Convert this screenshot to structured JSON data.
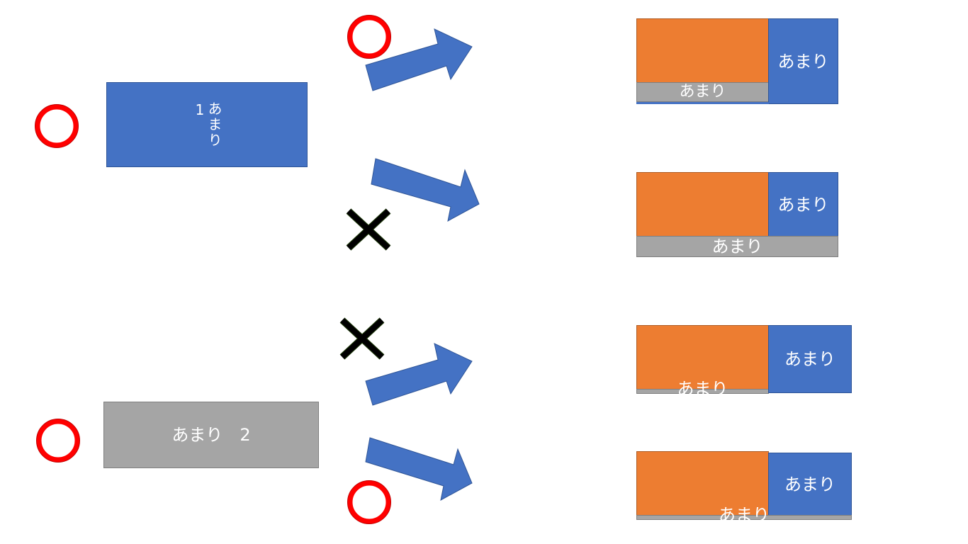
{
  "left": {
    "remainder_1": {
      "line1": "あまり",
      "line2": "1"
    },
    "remainder_2": {
      "label": "あまり　2"
    }
  },
  "results": [
    {
      "blue_label": "あまり",
      "gray_label": "あまり"
    },
    {
      "blue_label": "あまり",
      "gray_label": "あまり"
    },
    {
      "blue_label": "あまり",
      "gray_label": "あまり"
    },
    {
      "blue_label": "あまり",
      "gray_label": "あまり"
    }
  ],
  "colors": {
    "blue": "#4472c4",
    "orange": "#ed7d31",
    "gray": "#a5a5a5",
    "ok_mark": "#ff0000",
    "ng_mark": "#000000"
  },
  "marks": {
    "ok": "circle-mark",
    "ng": "cross-mark"
  }
}
